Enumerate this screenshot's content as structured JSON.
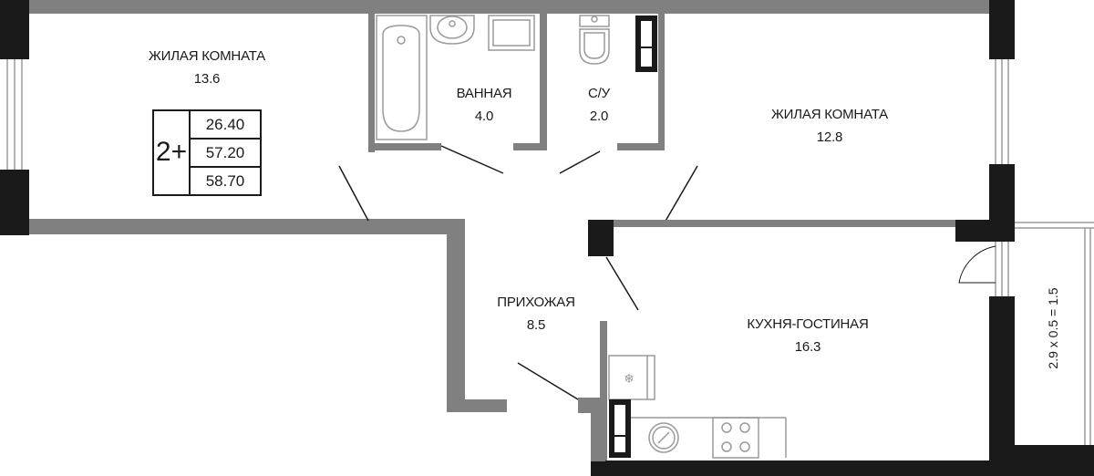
{
  "rooms": {
    "living_room_1": {
      "name": "ЖИЛАЯ КОМНАТА",
      "area": "13.6"
    },
    "bathroom": {
      "name": "ВАННАЯ",
      "area": "4.0"
    },
    "wc": {
      "name": "С/У",
      "area": "2.0"
    },
    "living_room_2": {
      "name": "ЖИЛАЯ КОМНАТА",
      "area": "12.8"
    },
    "hallway": {
      "name": "ПРИХОЖАЯ",
      "area": "8.5"
    },
    "kitchen_living": {
      "name": "КУХНЯ-ГОСТИНАЯ",
      "area": "16.3"
    }
  },
  "apartment": {
    "type": "2+",
    "living_area": "26.40",
    "total_area": "57.20",
    "total_with_balcony": "58.70"
  },
  "balcony": {
    "dimensions": "2.9 x 0.5 = 1.5"
  },
  "colors": {
    "wall_outer": "#1a1a1a",
    "wall_inner": "#808080",
    "fixture": "#9a9a9a",
    "text": "#1a1a1a"
  }
}
